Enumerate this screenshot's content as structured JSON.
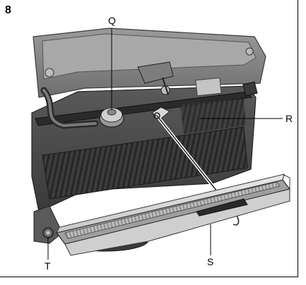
{
  "figure": {
    "step_number": "8",
    "callouts": {
      "q": "Q",
      "r": "R",
      "s": "S",
      "t": "T"
    }
  },
  "colors": {
    "body_dark": "#4a4a4a",
    "body_mid": "#8a8a8a",
    "body_light": "#b8b8b8",
    "grille": "#2f2f2f",
    "filter_frame": "#d4d4d4",
    "leader": "#000000"
  }
}
